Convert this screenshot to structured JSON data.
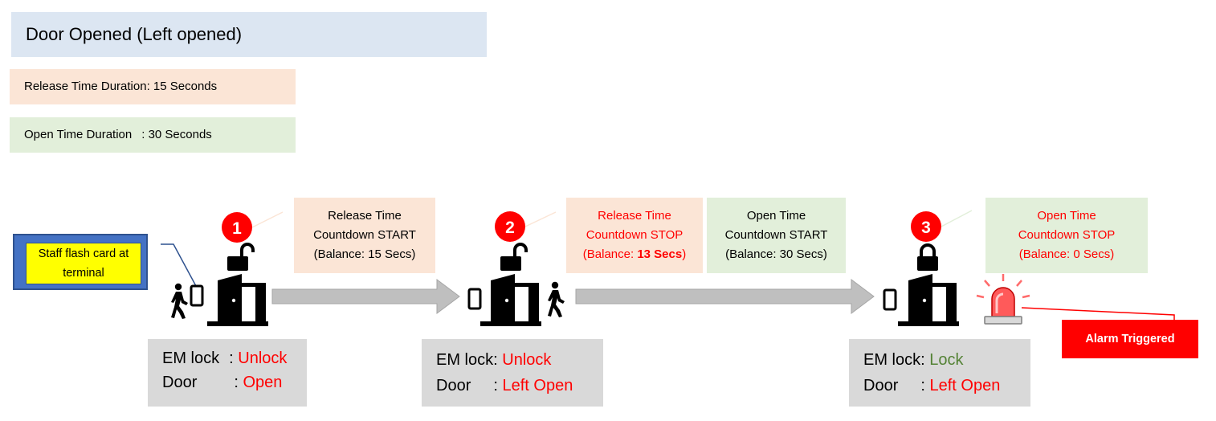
{
  "title": "Door Opened (Left opened)",
  "durations": {
    "release": "Release Time Duration: 15 Seconds",
    "open_label": "Open Time Duration",
    "open_value": ": 30 Seconds"
  },
  "staff_note": "Staff flash card at terminal",
  "steps": [
    {
      "number": "1"
    },
    {
      "number": "2"
    },
    {
      "number": "3"
    }
  ],
  "notes": {
    "n1": {
      "line1": "Release Time",
      "line2": "Countdown START",
      "line3": "(Balance: 15 Secs)"
    },
    "n2": {
      "line1": "Release Time",
      "line2": "Countdown STOP",
      "line3_prefix": "(Balance: ",
      "line3_bold": "13 Secs",
      "line3_suffix": ")"
    },
    "n3": {
      "line1": "Open Time",
      "line2": "Countdown START",
      "line3": "(Balance: 30 Secs)"
    },
    "n4": {
      "line1": "Open Time",
      "line2": "Countdown STOP",
      "line3": "(Balance: 0 Secs)"
    }
  },
  "status": [
    {
      "lock_label": "EM lock",
      "lock_sep": ":",
      "lock_value": "Unlock",
      "door_label": "Door",
      "door_sep": ":",
      "door_value": "Open"
    },
    {
      "lock_label": "EM lock",
      "lock_sep": ":",
      "lock_value": "Unlock",
      "door_label": "Door",
      "door_sep": ":",
      "door_value": "Left Open"
    },
    {
      "lock_label": "EM lock",
      "lock_sep": ":",
      "lock_value": "Lock",
      "door_label": "Door",
      "door_sep": ":",
      "door_value": "Left Open"
    }
  ],
  "alarm": "Alarm Triggered",
  "icons": [
    "walking-person-icon",
    "card-reader-icon",
    "door-icon",
    "unlocked-padlock-icon",
    "locked-padlock-icon",
    "siren-icon",
    "arrow-right-icon"
  ],
  "colors": {
    "title_bg": "#dce6f2",
    "peach": "#fbe5d6",
    "green": "#e2efda",
    "status_bg": "#d9d9d9",
    "accent_red": "#ff0000",
    "lock_green": "#548235",
    "staff_blue": "#4472c4",
    "staff_yellow": "#ffff00"
  }
}
